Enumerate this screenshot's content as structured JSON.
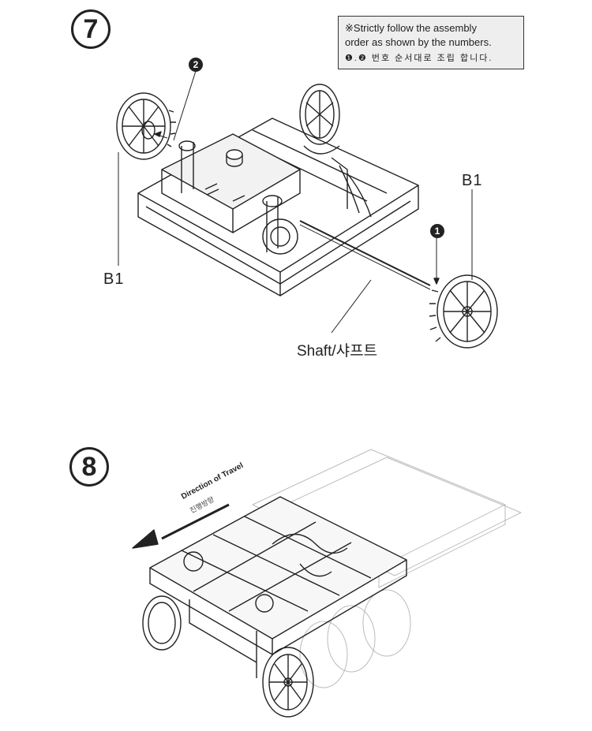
{
  "step7": {
    "number": "7"
  },
  "step8": {
    "number": "8"
  },
  "note": {
    "line1": "※Strictly follow the assembly",
    "line2": "order as shown by the numbers.",
    "line3": "❶.❷ 번호 순서대로 조립 합니다."
  },
  "markers": {
    "first": "1",
    "second": "2"
  },
  "labels": {
    "b1_left": "B1",
    "b1_right": "B1",
    "shaft": "Shaft/샤프트"
  },
  "direction": {
    "en": "Direction of Travel",
    "ko": "진행방향"
  }
}
